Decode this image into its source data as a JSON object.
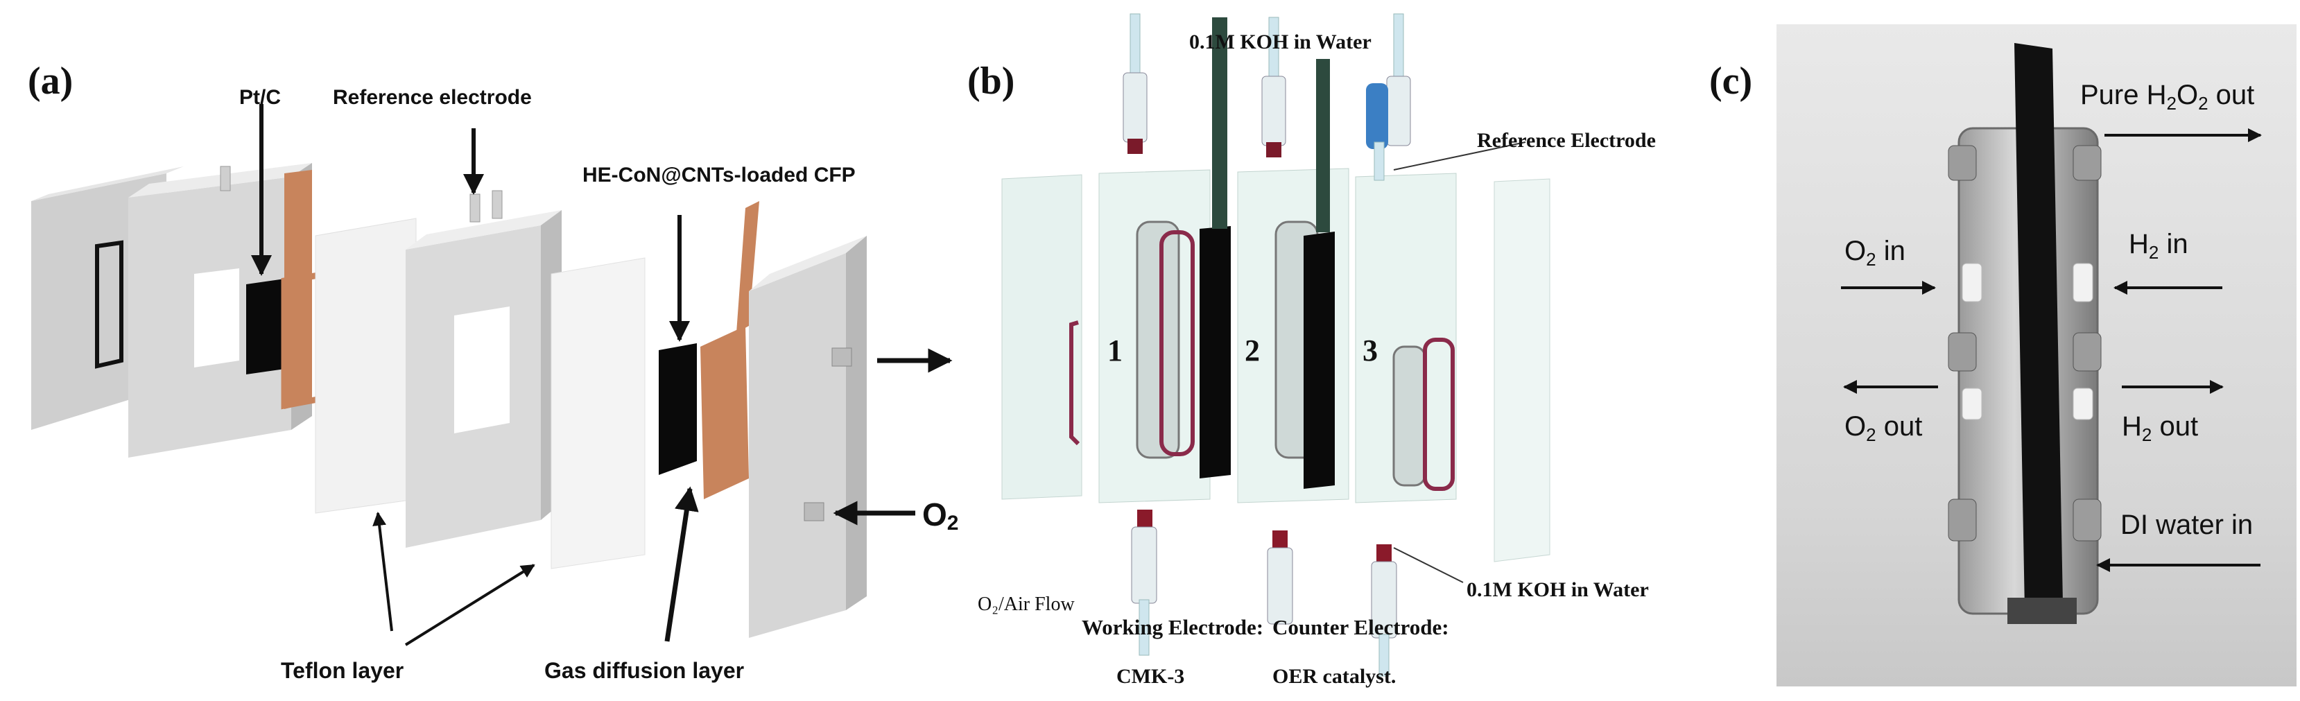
{
  "panels": {
    "a": {
      "letter": "(a)",
      "labels": {
        "ptc": "Pt/C",
        "reference_electrode": "Reference electrode",
        "he_conatcnts": "HE-CoN@CNTs-loaded CFP",
        "o2": "O",
        "o2_sub": "2",
        "teflon_layer": "Teflon layer",
        "gas_diffusion_layer": "Gas diffusion layer"
      }
    },
    "b": {
      "letter": "(b)",
      "labels": {
        "koh_top": "0.1M KOH in Water",
        "reference_electrode": "Reference Electrode",
        "num1": "1",
        "num2": "2",
        "num3": "3",
        "o2_air_flow": "O₂/Air Flow",
        "working_electrode": "Working Electrode:",
        "cmk3": "CMK-3",
        "counter_electrode": "Counter Electrode:",
        "oer_catalyst": "OER catalyst.",
        "koh_bottom": "0.1M KOH in Water"
      }
    },
    "c": {
      "letter": "(c)",
      "labels": {
        "pure_h2o2_a": "Pure H",
        "pure_h2o2_sub1": "2",
        "pure_h2o2_b": "O",
        "pure_h2o2_sub2": "2",
        "pure_h2o2_c": " out",
        "o2_in_a": "O",
        "o2_in_sub": "2",
        "o2_in_b": " in",
        "h2_in_a": "H",
        "h2_in_sub": "2",
        "h2_in_b": " in",
        "o2_out_a": "O",
        "o2_out_sub": "2",
        "o2_out_b": " out",
        "h2_out_a": "H",
        "h2_out_sub": "2",
        "h2_out_b": " out",
        "di_water_in": "DI water in"
      }
    }
  },
  "colors": {
    "plate": "#d9d9d9",
    "plate_side": "#b5b5b5",
    "black_layer": "#0a0a0a",
    "copper": "#c8845c",
    "gasket": "#8a2a4a",
    "translucent": "#e8f3f1",
    "photo_bg": "#dcdcdc"
  }
}
